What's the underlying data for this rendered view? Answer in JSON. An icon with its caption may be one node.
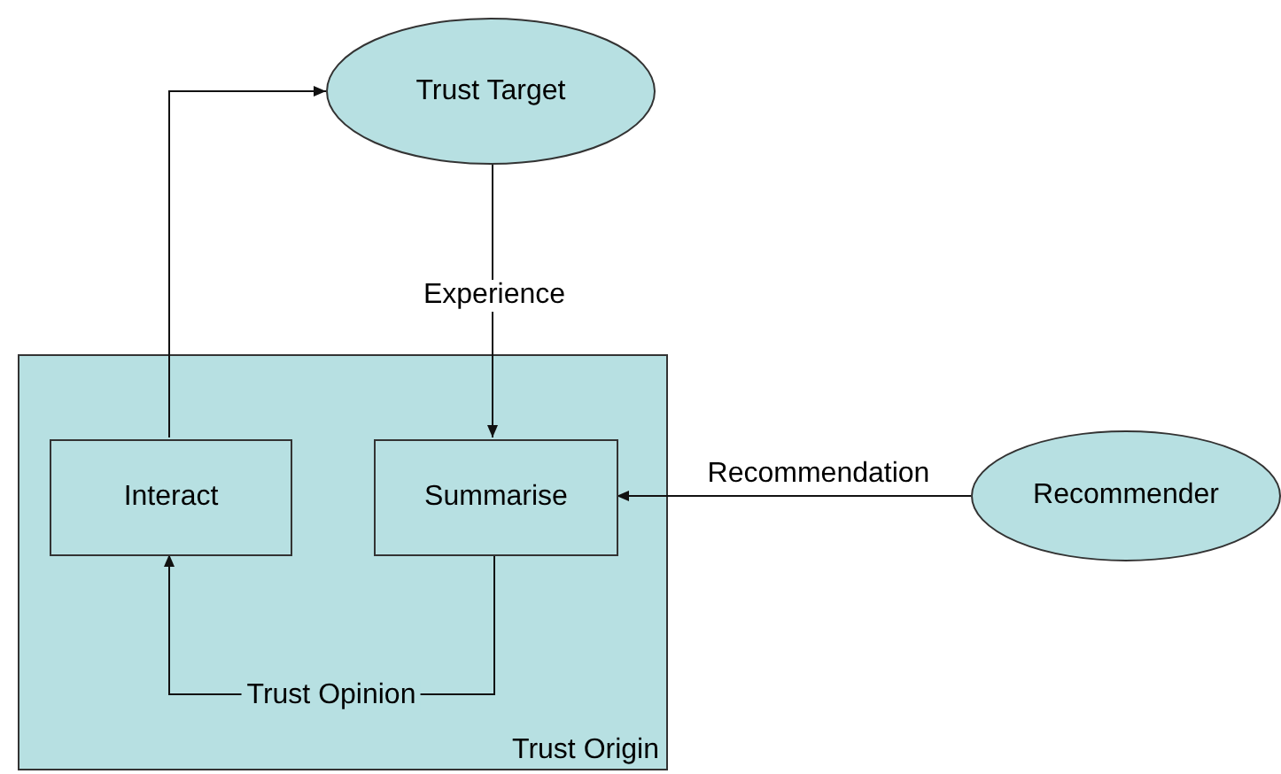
{
  "diagram": {
    "nodes": [
      {
        "text": [
          "Trust Target"
        ]
      },
      {
        "text": [
          "Trust Origin"
        ]
      },
      {
        "text": [
          "Interact"
        ],
        "in": 1
      },
      {
        "text": [
          "Summarise"
        ],
        "in": 1
      },
      {
        "text": [
          "Recommender"
        ]
      }
    ],
    "edges": [
      {
        "from": 2,
        "to": 0,
        "arrow": "to"
      },
      {
        "from": 0,
        "to": 3,
        "arrow": "to",
        "label": "Experience"
      },
      {
        "from": 4,
        "to": 3,
        "arrow": "to",
        "label": "Recommendation"
      },
      {
        "from": 3,
        "to": 2,
        "arrow": "to",
        "label": "Trust Opinion"
      }
    ]
  }
}
